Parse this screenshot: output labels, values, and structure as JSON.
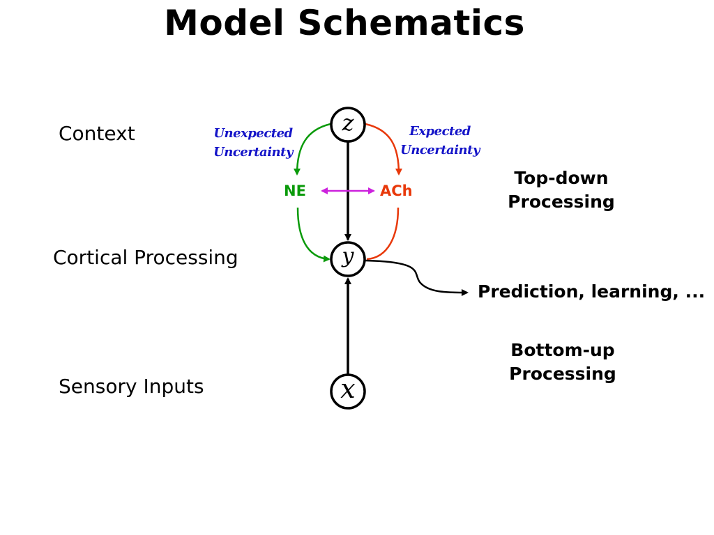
{
  "title": "Model Schematics",
  "levels": {
    "context": "Context",
    "cortical": "Cortical Processing",
    "sensory": "Sensory Inputs"
  },
  "nodes": {
    "z": "z",
    "y": "y",
    "x": "x"
  },
  "uncertainty": {
    "unexpected_line1": "Unexpected",
    "unexpected_line2": "Uncertainty",
    "expected_line1": "Expected",
    "expected_line2": "Uncertainty"
  },
  "modulators": {
    "ne": "NE",
    "ach": "ACh"
  },
  "processing": {
    "topdown_line1": "Top-down",
    "topdown_line2": "Processing",
    "bottomup_line1": "Bottom-up",
    "bottomup_line2": "Processing"
  },
  "output": "Prediction, learning, ...",
  "colors": {
    "ne": "#0a9a0a",
    "ach": "#e8380a",
    "uncertainty_text": "#1414c8",
    "interaction_arrow": "#cc22dd",
    "edges": "#000000"
  }
}
